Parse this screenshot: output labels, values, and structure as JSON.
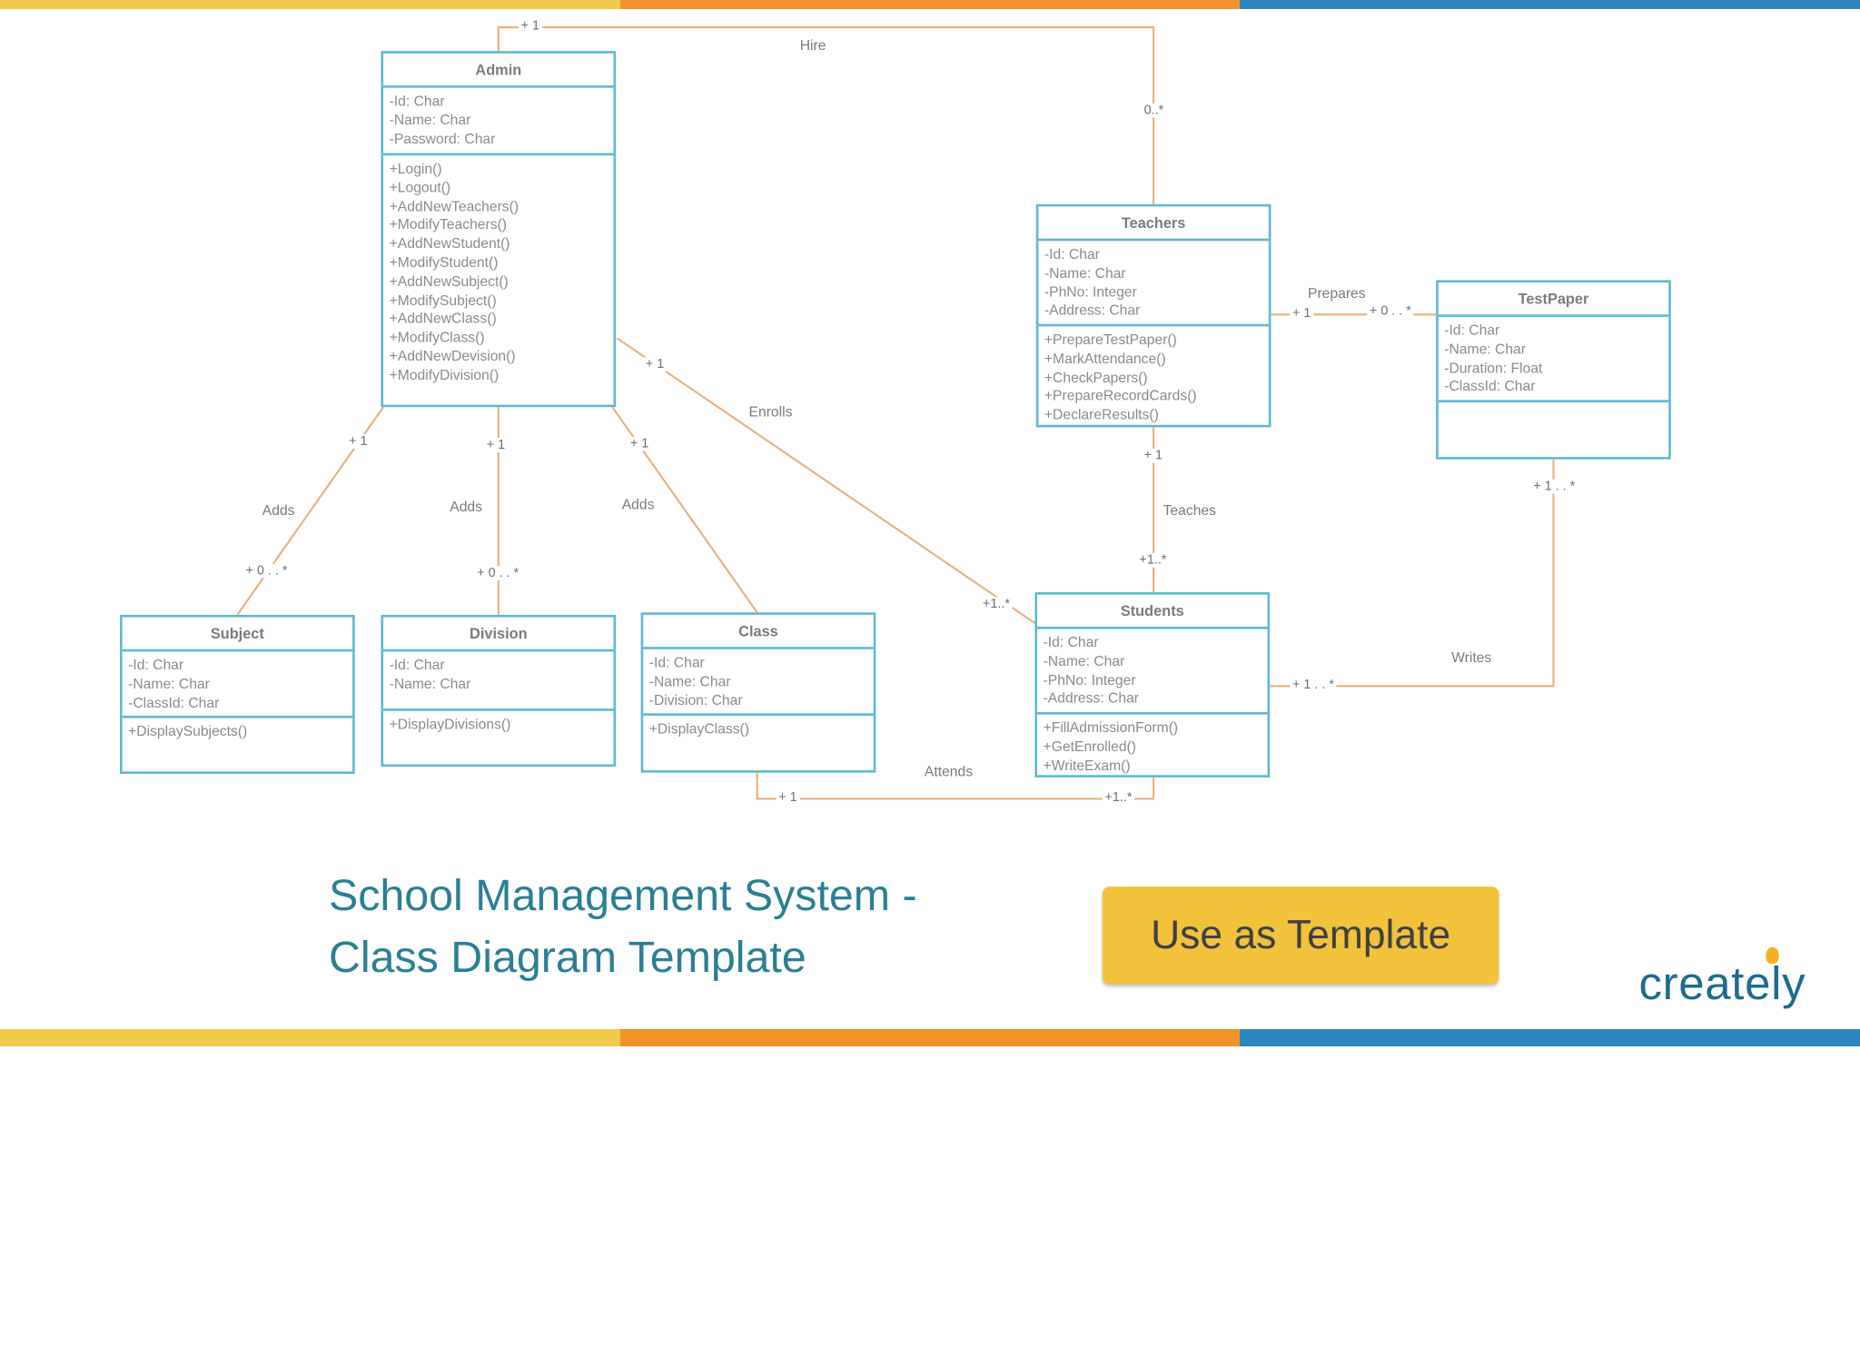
{
  "colors": {
    "stripe": [
      "#f2c94c",
      "#f0932b",
      "#2e86c1"
    ],
    "connector": "#e8b07a",
    "box_border": "#5fb8d2",
    "title": "#2a7f93",
    "cta": "#f2c23b"
  },
  "classes": {
    "admin": {
      "name": "Admin",
      "attributes": [
        "-Id: Char",
        "-Name: Char",
        "-Password: Char"
      ],
      "methods": [
        "+Login()",
        "+Logout()",
        "+AddNewTeachers()",
        "+ModifyTeachers()",
        "+AddNewStudent()",
        "+ModifyStudent()",
        "+AddNewSubject()",
        "+ModifySubject()",
        "+AddNewClass()",
        "+ModifyClass()",
        "+AddNewDevision()",
        "+ModifyDivision()"
      ]
    },
    "teachers": {
      "name": "Teachers",
      "attributes": [
        "-Id: Char",
        "-Name: Char",
        "-PhNo: Integer",
        "-Address: Char"
      ],
      "methods": [
        "+PrepareTestPaper()",
        "+MarkAttendance()",
        "+CheckPapers()",
        "+PrepareRecordCards()",
        "+DeclareResults()"
      ]
    },
    "testpaper": {
      "name": "TestPaper",
      "attributes": [
        "-Id: Char",
        "-Name: Char",
        "-Duration: Float",
        "-ClassId: Char"
      ],
      "methods": []
    },
    "subject": {
      "name": "Subject",
      "attributes": [
        "-Id: Char",
        "-Name: Char",
        "-ClassId: Char"
      ],
      "methods": [
        "+DisplaySubjects()"
      ]
    },
    "division": {
      "name": "Division",
      "attributes": [
        "-Id: Char",
        "-Name: Char"
      ],
      "methods": [
        "+DisplayDivisions()"
      ]
    },
    "class": {
      "name": "Class",
      "attributes": [
        "-Id: Char",
        "-Name: Char",
        "-Division: Char"
      ],
      "methods": [
        "+DisplayClass()"
      ]
    },
    "students": {
      "name": "Students",
      "attributes": [
        "-Id: Char",
        "-Name: Char",
        "-PhNo: Integer",
        "-Address: Char"
      ],
      "methods": [
        "+FillAdmissionForm()",
        "+GetEnrolled()",
        "+WriteExam()"
      ]
    }
  },
  "relations": {
    "hire": "Hire",
    "prepares": "Prepares",
    "enrolls": "Enrolls",
    "teaches": "Teaches",
    "adds_subject": "Adds",
    "adds_division": "Adds",
    "adds_class": "Adds",
    "writes": "Writes",
    "attends": "Attends"
  },
  "multiplicities": {
    "hire_admin": "+ 1",
    "hire_teachers": "0..*",
    "prepares_teachers": "+ 1",
    "prepares_testpaper": "+ 0 . . *",
    "enrolls_admin": "+ 1",
    "enrolls_students": "+1..*",
    "teaches_teachers": "+ 1",
    "teaches_students": "+1..*",
    "adds_subject_admin": "+ 1",
    "adds_subject_subject": "+ 0 . . *",
    "adds_division_admin": "+ 1",
    "adds_division_division": "+ 0 . . *",
    "adds_class_admin": "+ 1",
    "writes_testpaper": "+ 1 . . *",
    "writes_students": "+ 1 . . *",
    "attends_class": "+ 1",
    "attends_students": "+1..*"
  },
  "footer": {
    "title_line1": "School Management System -",
    "title_line2": "Class Diagram Template",
    "cta_label": "Use as Template",
    "logo_text": "creately"
  }
}
